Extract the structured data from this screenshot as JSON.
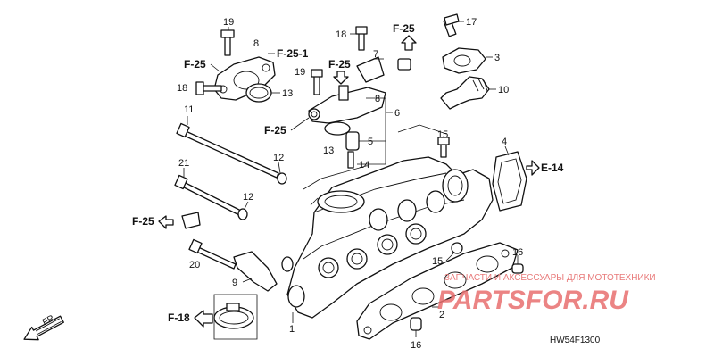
{
  "part_labels": [
    {
      "id": "p1",
      "text": "1"
    },
    {
      "id": "p2",
      "text": "2"
    },
    {
      "id": "p3",
      "text": "3"
    },
    {
      "id": "p4",
      "text": "4"
    },
    {
      "id": "p5",
      "text": "5"
    },
    {
      "id": "p6",
      "text": "6"
    },
    {
      "id": "p7",
      "text": "7"
    },
    {
      "id": "p8a",
      "text": "8"
    },
    {
      "id": "p8b",
      "text": "8"
    },
    {
      "id": "p9",
      "text": "9"
    },
    {
      "id": "p10",
      "text": "10"
    },
    {
      "id": "p11",
      "text": "11"
    },
    {
      "id": "p12a",
      "text": "12"
    },
    {
      "id": "p12b",
      "text": "12"
    },
    {
      "id": "p13a",
      "text": "13"
    },
    {
      "id": "p13b",
      "text": "13"
    },
    {
      "id": "p14",
      "text": "14"
    },
    {
      "id": "p15a",
      "text": "15"
    },
    {
      "id": "p15b",
      "text": "15"
    },
    {
      "id": "p16a",
      "text": "16"
    },
    {
      "id": "p16b",
      "text": "16"
    },
    {
      "id": "p17",
      "text": "17"
    },
    {
      "id": "p18a",
      "text": "18"
    },
    {
      "id": "p18b",
      "text": "18"
    },
    {
      "id": "p19a",
      "text": "19"
    },
    {
      "id": "p19b",
      "text": "19"
    },
    {
      "id": "p20",
      "text": "20"
    },
    {
      "id": "p21",
      "text": "21"
    }
  ],
  "ref_labels": {
    "f25_top": "F-25",
    "f25_1": "F-25-1",
    "f25_left_top": "F-25",
    "f25_mid": "F-25",
    "f25_midleft": "F-25",
    "f25_left": "F-25",
    "f18": "F-18",
    "e14": "E-14"
  },
  "front_label": "FR.",
  "diagram_code": "HW54F1300",
  "watermark": {
    "tagline": "ЗАПЧАСТИ И АКСЕССУАРЫ ДЛЯ МОТОТЕХНИКИ",
    "logo": "PARTSFOR.RU"
  }
}
